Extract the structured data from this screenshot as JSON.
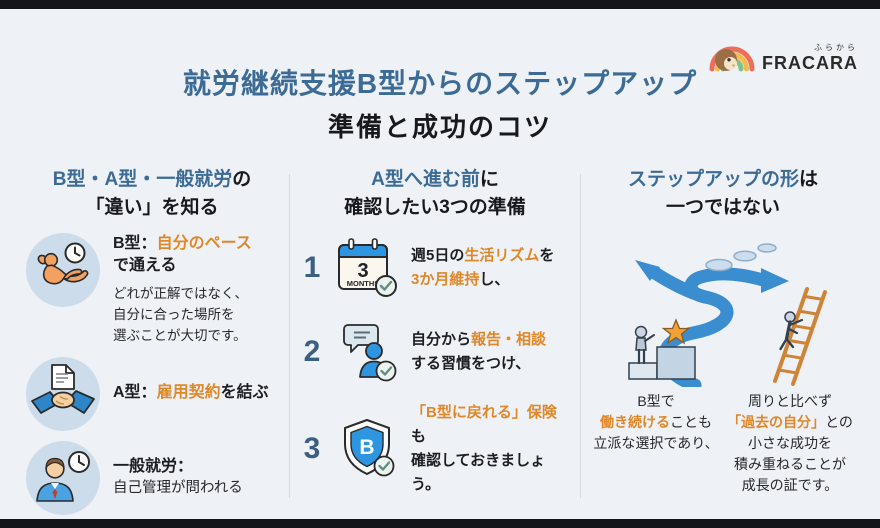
{
  "palette": {
    "accent_blue": "#3c6b96",
    "accent_orange": "#e08828",
    "bg": "#eef1f6",
    "bar": "#14151a",
    "icon_circle": "#cddcea",
    "icon_blue": "#2e96e0"
  },
  "header": {
    "title": "就労継続支援B型からのステップアップ",
    "subtitle": "準備と成功のコツ"
  },
  "logo": {
    "furigana": "ふらから",
    "brand": "FRACARA"
  },
  "col1": {
    "heading": {
      "blue": "B型・A型・一般就労",
      "black": "の",
      "line2": "「違い」を知る"
    },
    "items": [
      {
        "icon": "relax-clock-icon",
        "label_black": "B型：",
        "label_orange": "自分のペース",
        "label_line2": "で通える",
        "note": "どれが正解ではなく、\n自分に合った場所を\n選ぶことが大切です。"
      },
      {
        "icon": "handshake-contract-icon",
        "label_black": "A型：",
        "label_orange": "雇用契約",
        "label_tail": "を結ぶ"
      },
      {
        "icon": "businessman-clock-icon",
        "label_black": "一般就労：",
        "line2": "自己管理が問われる"
      }
    ]
  },
  "col2": {
    "heading": {
      "blue": "A型へ進む前",
      "black": "に",
      "line2": "確認したい3つの準備"
    },
    "items": [
      {
        "num": "1",
        "icon": "calendar-3months-icon",
        "calendar_number": "3",
        "calendar_label": "MONTHS",
        "l1_black": "週5日の",
        "l1_orange": "生活リズム",
        "l1_tail": "を",
        "l2_orange": "3か月維持",
        "l2_tail": "し、"
      },
      {
        "num": "2",
        "icon": "report-chat-icon",
        "l1_black": "自分から",
        "l1_orange": "報告・相談",
        "l2": "する習慣をつけ、"
      },
      {
        "num": "3",
        "icon": "shield-b-icon",
        "shield_letter": "B",
        "l1_orange": "「B型に戻れる」保険",
        "l1_tail": "も",
        "l2": "確認しておきましょう。"
      }
    ]
  },
  "col3": {
    "heading": {
      "blue": "ステップアップの形",
      "black": "は",
      "line2": "一つではない"
    },
    "captions": {
      "left": {
        "l1": "B型で",
        "l2_orange": "働き続ける",
        "l2": "ことも",
        "l3": "立派な選択であり、"
      },
      "right": {
        "l1": "周りと比べず",
        "l2_orange": "「過去の自分」",
        "l2": "との",
        "l3": "小さな成功を",
        "l4": "積み重ねることが",
        "l5": "成長の証です。"
      }
    }
  }
}
